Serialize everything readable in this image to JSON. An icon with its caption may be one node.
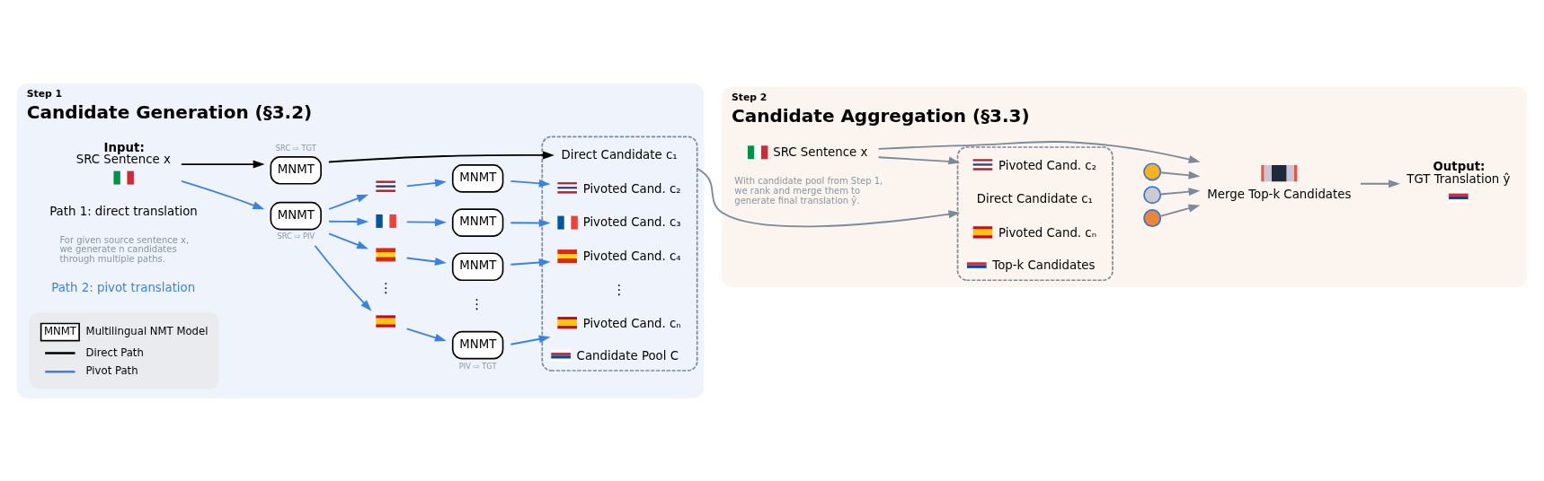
{
  "diagram": {
    "nodes": [
      {
        "text": [
          "Step 1",
          "Candidate Generation (§3.2)"
        ]
      },
      {
        "text": [
          "Input:",
          "SRC Sentence x"
        ],
        "in": 0
      },
      {
        "text": [
          "MNMT"
        ],
        "beside": [
          "SRC ⇨ TGT"
        ],
        "in": 0
      },
      {
        "text": [
          "MNMT"
        ],
        "beside": [
          "SRC ⇨ PIV"
        ],
        "in": 0
      },
      {
        "text": [],
        "shape": "flag",
        "in": 0
      },
      {
        "text": [],
        "shape": "flag",
        "in": 0
      },
      {
        "text": [],
        "shape": "flag",
        "in": 0
      },
      {
        "text": [],
        "shape": "flag",
        "in": 0
      },
      {
        "text": [
          "MNMT"
        ],
        "in": 0
      },
      {
        "text": [
          "MNMT"
        ],
        "in": 0
      },
      {
        "text": [
          "MNMT"
        ],
        "in": 0
      },
      {
        "text": [
          "MNMT"
        ],
        "beside": [
          "PIV ⇨ TGT"
        ],
        "in": 0
      },
      {
        "text": [
          "Candidate Pool C"
        ],
        "in": 0
      },
      {
        "text": [
          "Direct Candidate c₁"
        ],
        "in": 12
      },
      {
        "text": [
          "Pivoted Cand. c₂"
        ],
        "in": 12
      },
      {
        "text": [
          "Pivoted Cand. c₃"
        ],
        "in": 12
      },
      {
        "text": [
          "Pivoted Cand. c₄"
        ],
        "in": 12
      },
      {
        "text": [
          "Pivoted Cand. cₙ"
        ],
        "in": 12
      },
      {
        "text": [
          "Step 2",
          "Candidate Aggregation (§3.3)"
        ]
      },
      {
        "text": [
          "SRC Sentence x"
        ],
        "in": 18
      },
      {
        "text": [
          "Top-k Candidates"
        ],
        "in": 18
      },
      {
        "text": [
          "Pivoted Cand. c₂"
        ],
        "in": 20
      },
      {
        "text": [
          "Direct Candidate c₁"
        ],
        "in": 20
      },
      {
        "text": [
          "Pivoted Cand. cₙ"
        ],
        "in": 20
      },
      {
        "text": [],
        "shape": "medal",
        "in": 18
      },
      {
        "text": [],
        "shape": "medal",
        "in": 18
      },
      {
        "text": [],
        "shape": "medal",
        "in": 18
      },
      {
        "text": [
          "Merge Top-k Candidates"
        ],
        "in": 18
      },
      {
        "text": [
          "Output:",
          "TGT Translation ŷ"
        ],
        "in": 18
      }
    ],
    "edges": [
      {
        "from": 1,
        "to": 2,
        "arrow": "to",
        "color": "#000000"
      },
      {
        "from": 1,
        "to": 3,
        "arrow": "to"
      },
      {
        "from": 2,
        "to": 13,
        "arrow": "to",
        "color": "#000000"
      },
      {
        "from": 3,
        "to": 4,
        "arrow": "to"
      },
      {
        "from": 3,
        "to": 5,
        "arrow": "to"
      },
      {
        "from": 3,
        "to": 6,
        "arrow": "to"
      },
      {
        "from": 3,
        "to": 7,
        "arrow": "to"
      },
      {
        "from": 4,
        "to": 8,
        "arrow": "to"
      },
      {
        "from": 5,
        "to": 9,
        "arrow": "to"
      },
      {
        "from": 6,
        "to": 10,
        "arrow": "to"
      },
      {
        "from": 7,
        "to": 11,
        "arrow": "to"
      },
      {
        "from": 8,
        "to": 14,
        "arrow": "to"
      },
      {
        "from": 9,
        "to": 15,
        "arrow": "to"
      },
      {
        "from": 10,
        "to": 16,
        "arrow": "to"
      },
      {
        "from": 11,
        "to": 17,
        "arrow": "to"
      },
      {
        "from": 12,
        "to": 20,
        "arrow": "to",
        "color": "#7a8a9a"
      },
      {
        "from": 19,
        "to": 20,
        "arrow": "to",
        "color": "#7a8a9a"
      },
      {
        "from": 19,
        "to": 27,
        "arrow": "to",
        "color": "#7a8a9a"
      },
      {
        "from": 24,
        "to": 27,
        "arrow": "to",
        "color": "#7a8a9a"
      },
      {
        "from": 25,
        "to": 27,
        "arrow": "to",
        "color": "#7a8a9a"
      },
      {
        "from": 26,
        "to": 27,
        "arrow": "to",
        "color": "#7a8a9a"
      },
      {
        "from": 27,
        "to": 28,
        "arrow": "to",
        "color": "#7a8a9a"
      }
    ],
    "labels": [
      "MNMT",
      "Path 1: direct translation",
      "⋮",
      "⋮",
      "⋮",
      "For given source sentence x, we generate n candidates through multiple paths.",
      "Path 2: pivot translation",
      "With candidate pool from Step 1, we rank and merge them to generate final translation ŷ."
    ],
    "legend": [
      {
        "text": "Multilingual NMT Model"
      },
      {
        "text": "Direct Path"
      },
      {
        "text": "Pivot Path"
      }
    ]
  }
}
